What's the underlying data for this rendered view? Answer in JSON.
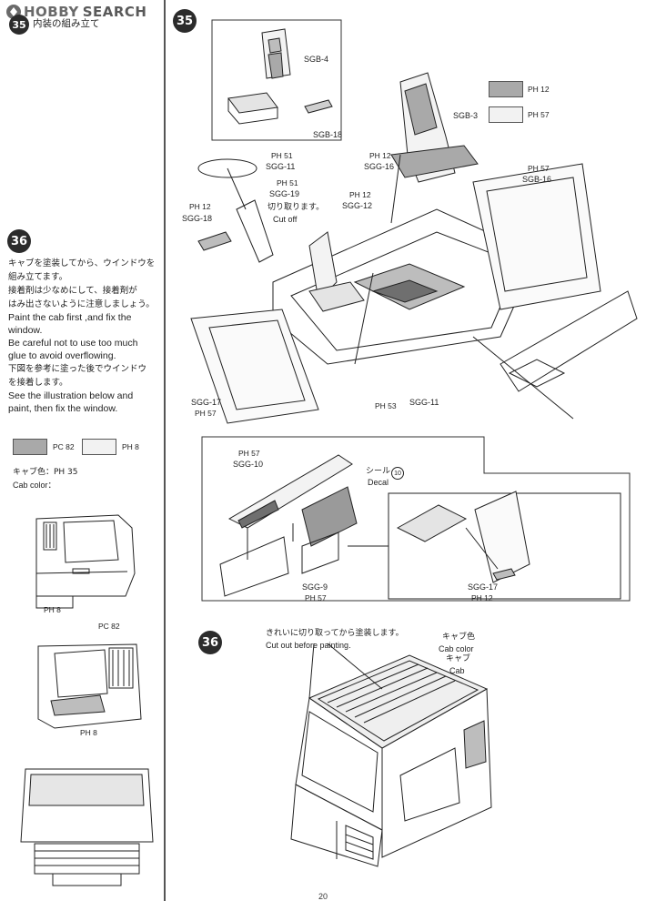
{
  "header": {
    "logo_part1": "HOBBY",
    "logo_part2": "SEARCH"
  },
  "left_panel": {
    "step35": {
      "number": "35",
      "title_jp": "内装の組み立て"
    },
    "step36": {
      "number": "36",
      "text_jp_1": "キャブを塗装してから、ウインドウを",
      "text_jp_2": "組み立てます。",
      "text_jp_3": "接着剤は少なめにして、接着剤が",
      "text_jp_4": "はみ出さないように注意しましょう。",
      "text_en_1": "Paint the cab first ,and fix the",
      "text_en_2": "window.",
      "text_en_3": "Be careful not to use too much",
      "text_en_4": "glue to avoid overflowing.",
      "text_jp_5": "下図を参考に塗った後でウインドウ",
      "text_jp_6": "を接着します。",
      "text_en_5": "See the illustration below and",
      "text_en_6": "paint, then fix the window.",
      "swatch1_code": "PC 82",
      "swatch2_code": "PH 8",
      "cab_color_jp": "キャブ色：PH 35",
      "cab_color_en": "Cab color：",
      "callout_cab1": "PH 8",
      "callout_cab2_top": "PC 82",
      "callout_cab2_bottom": "PH 8"
    }
  },
  "main": {
    "step35_number": "35",
    "step36_number": "36",
    "labels": {
      "sgb4": "SGB-4",
      "sgb18": "SGB-18",
      "sgb3": "SGB-3",
      "sgb3_swatch1": "PH 12",
      "sgb3_swatch2": "PH 57",
      "ph51_a": "PH 51",
      "sgg11_a": "SGG-11",
      "ph51_b": "PH 51",
      "sgg19": "SGG-19",
      "cut_jp": "切り取ります。",
      "cut_en": "Cut off",
      "ph12_a": "PH 12",
      "sgg18": "SGG-18",
      "ph12_b": "PH 12",
      "sgg16": "SGG-16",
      "ph12_c": "PH 12",
      "sgg12": "SGG-12",
      "ph57_a": "PH 57",
      "sgb16": "SGB-16",
      "sgg17_a": "SGG-17",
      "ph57_b": "PH 57",
      "ph53": "PH 53",
      "sgg11_b": "SGG-11",
      "ph57_c": "PH 57",
      "sgg10": "SGG-10",
      "decal_jp": "シール",
      "decal_num": "10",
      "decal_en": "Decal",
      "sgg9": "SGG-9",
      "ph57_d": "PH 57",
      "sgg17_b": "SGG-17",
      "ph12_d": "PH 12",
      "cutout_jp": "きれいに切り取ってから塗装します。",
      "cutout_en": "Cut out before painting.",
      "cab_color_jp": "キャブ色",
      "cab_color_en": "Cab color",
      "cab_jp": "キャブ",
      "cab_en": "Cab"
    },
    "page_number": "20"
  },
  "colors": {
    "dark_grey_swatch": "#a9a9a9",
    "light_swatch": "#f2f2f2",
    "badge": "#2b2b2b"
  }
}
